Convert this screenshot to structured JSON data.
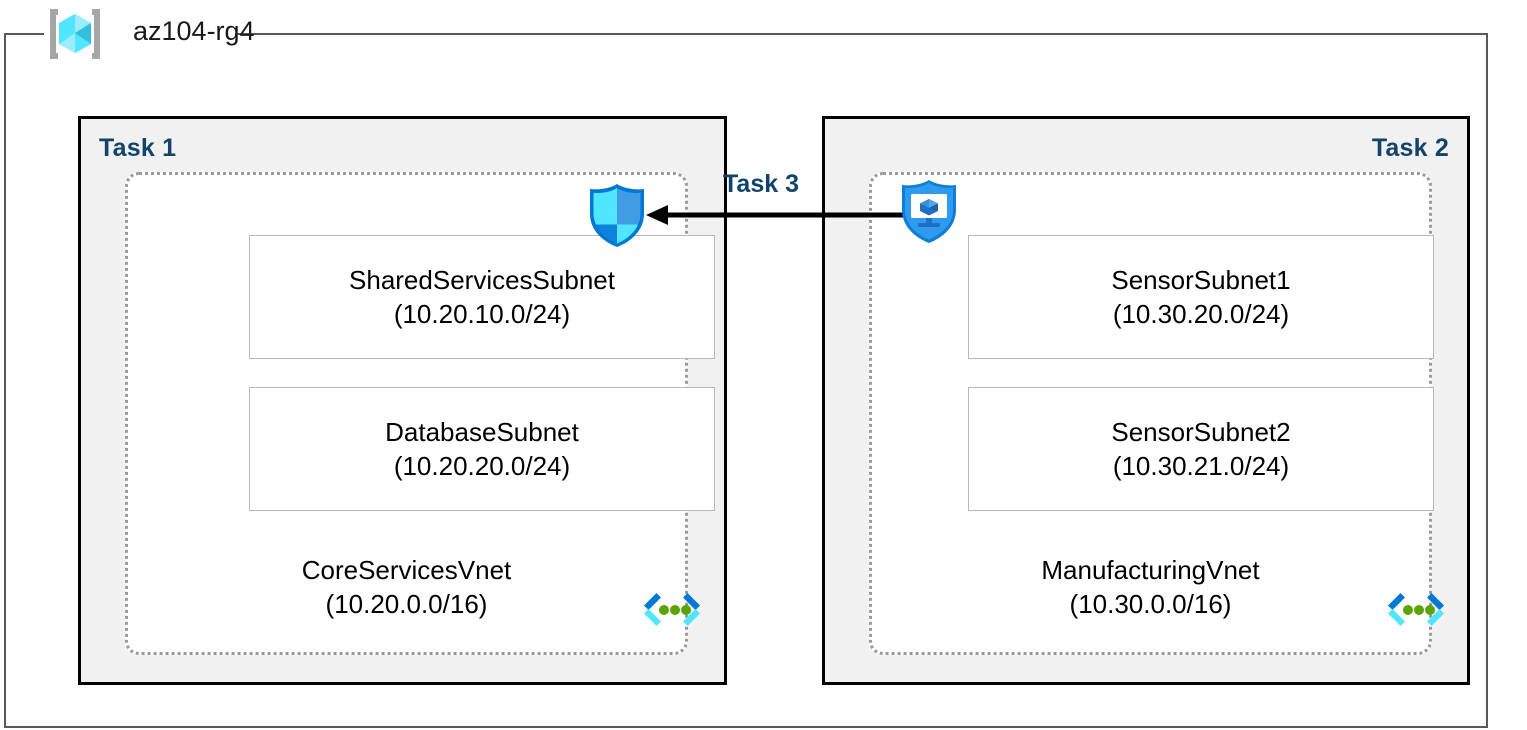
{
  "resource_group": {
    "name": "az104-rg4",
    "icon": "resource-group-cube-icon"
  },
  "colors": {
    "task_label": "#12436b",
    "frame_border": "#595959",
    "task_border": "#000000",
    "task_fill": "#f1f1f1",
    "vnet_dotted_border": "#9a9a9a",
    "subnet_border": "#b8b8b8",
    "arrow": "#000000",
    "azure_blue": "#0078d4",
    "vnet_icon_green": "#5ba300",
    "vnet_icon_cyan": "#32bedd"
  },
  "tasks": [
    {
      "label": "Task 1",
      "label_align": "left",
      "vnet": {
        "name": "CoreServicesVnet",
        "cidr": "(10.20.0.0/16)",
        "icon": "virtual-network-icon",
        "subnets": [
          {
            "name": "SharedServicesSubnet",
            "cidr": "(10.20.10.0/24)"
          },
          {
            "name": "DatabaseSubnet",
            "cidr": "(10.20.20.0/24)"
          }
        ]
      }
    },
    {
      "label": "Task 2",
      "label_align": "right",
      "vnet": {
        "name": "ManufacturingVnet",
        "cidr": "(10.30.0.0/16)",
        "icon": "virtual-network-icon",
        "subnets": [
          {
            "name": "SensorSubnet1",
            "cidr": "(10.30.20.0/24)"
          },
          {
            "name": "SensorSubnet2",
            "cidr": "(10.30.21.0/24)"
          }
        ]
      }
    }
  ],
  "connection": {
    "label": "Task 3",
    "direction": "right-to-left",
    "source_icon": "bastion-shield-icon",
    "target_icon": "firewall-shield-icon"
  }
}
